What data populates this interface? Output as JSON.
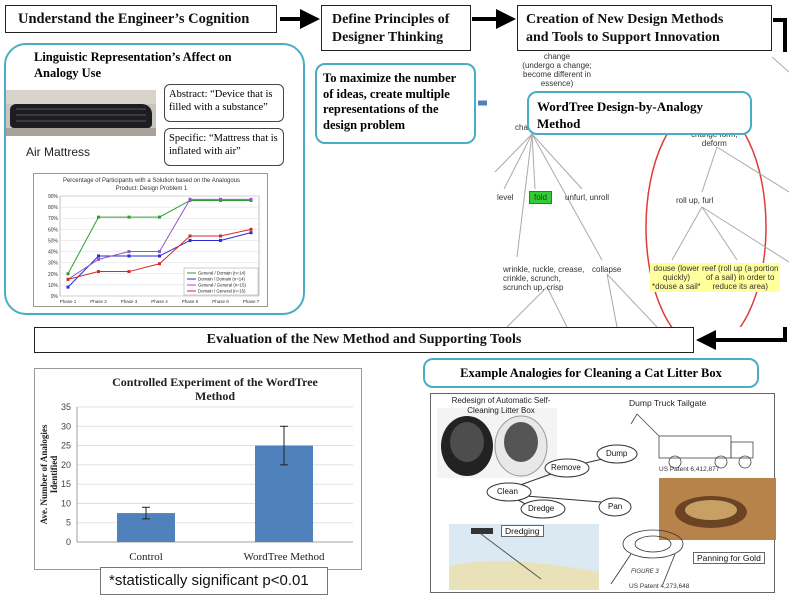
{
  "top": {
    "box1": "Understand the Engineer’s Cognition",
    "box2_line1": "Define Principles of",
    "box2_line2": "Designer Thinking",
    "box3_line1": "Creation of New Design Methods",
    "box3_line2": "and Tools to Support Innovation"
  },
  "linguistic": {
    "title_line1": "Linguistic Representation’s Affect on",
    "title_line2": "Analogy Use",
    "image_label": "Air Mattress",
    "abstract_text": "Abstract: “Device that is filled with a substance”",
    "specific_text": "Specific: “Mattress that is inflated with air”",
    "chart_title_line1": "Percentage of Participants with a Solution based on the Analogous",
    "chart_title_line2": "Product: Design Problem 1"
  },
  "maximize": {
    "line1": "To maximize the number",
    "line2": "of ideas, create multiple",
    "line3": "representations of the",
    "line4": "design problem"
  },
  "wordtree": {
    "label_line1": "WordTree Design-by-Analogy",
    "label_line2": "Method",
    "n_change": [
      "change",
      "(undergo a change;",
      "become different in",
      "essence)"
    ],
    "n_chan": "chan",
    "n_deform": [
      "change form,",
      "deform"
    ],
    "n_level": "level",
    "n_fold": "fold",
    "n_unfurl": "unfurl, unroll",
    "n_rollup": "roll up, furl",
    "n_wrinkle": [
      "wrinkle, ruckle, crease,",
      "crinkle, scrunch,",
      "scrunch up, crisp"
    ],
    "n_collapse": "collapse",
    "n_douse": [
      "douse (lower",
      "quickly)",
      "*douse a sail*"
    ],
    "n_reef": [
      "reef (roll up (a portion",
      "of a sail) in order to",
      "reduce its area)"
    ]
  },
  "evaluation": {
    "banner": "Evaluation  of the New Method and Supporting Tools"
  },
  "experiment": {
    "note": "*statistically significant p<0.01"
  },
  "examples": {
    "title": "Example Analogies for Cleaning a Cat Litter Box",
    "redesign_line1": "Redesign of Automatic Self-",
    "redesign_line2": "Cleaning Litter Box",
    "dump_truck": "Dump Truck Tailgate",
    "patent1": "US Patent 6,412,877",
    "patent2": "US Patent 4,273,648",
    "node_clean": "Clean",
    "node_remove": "Remove",
    "node_dump": "Dump",
    "node_dredge": "Dredge",
    "node_pan": "Pan",
    "dredging": "Dredging",
    "panning": "Panning for Gold",
    "figure_label": "FIGURE 3"
  },
  "colors": {
    "accent_border": "#4bacc6",
    "bar_fill": "#4f81bd",
    "highlight_green": "#33cc33",
    "highlight_yellow": "#ffff9e",
    "red_oval": "#e03a3a"
  },
  "chart_data": [
    {
      "type": "line",
      "title": "Percentage of Participants with a Solution based on the Analogous Product: Design Problem 1",
      "categories": [
        "Phase 1",
        "Phase 2",
        "Phase 3",
        "Phase 4",
        "Phase 5",
        "Phase 6",
        "Phase 7"
      ],
      "ylim": [
        0,
        90
      ],
      "yticks": [
        "0%",
        "10%",
        "20%",
        "30%",
        "40%",
        "50%",
        "60%",
        "70%",
        "80%",
        "90%"
      ],
      "legend_position": "bottom-right",
      "series": [
        {
          "name": "General / Domain (n=14)",
          "color": "#2e9e2e",
          "values": [
            20,
            71,
            71,
            71,
            86,
            86,
            86
          ]
        },
        {
          "name": "Domain / Domain (n=14)",
          "color": "#2b2bd0",
          "values": [
            8,
            36,
            36,
            36,
            50,
            50,
            57
          ]
        },
        {
          "name": "General / General (n=15)",
          "color": "#8e5ac2",
          "values": [
            15,
            33,
            40,
            40,
            87,
            87,
            87
          ]
        },
        {
          "name": "Domain / General (n=15)",
          "color": "#d22b2b",
          "values": [
            15,
            22,
            22,
            29,
            54,
            54,
            60
          ]
        }
      ]
    },
    {
      "type": "bar",
      "title": "Controlled Experiment of the WordTree Method",
      "categories": [
        "Control",
        "WordTree Method"
      ],
      "values": [
        7.5,
        25
      ],
      "error": [
        1.5,
        5
      ],
      "ylabel": "Ave. Number of Analogies Identified",
      "ylim": [
        0,
        35
      ],
      "yticks": [
        0,
        5,
        10,
        15,
        20,
        25,
        30,
        35
      ],
      "grid": true
    }
  ]
}
